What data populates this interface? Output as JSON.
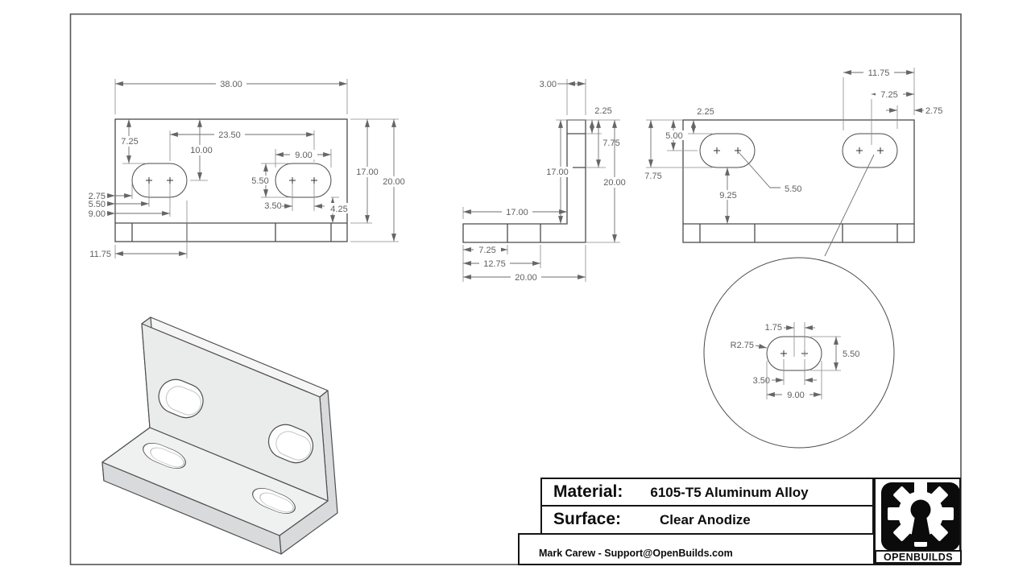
{
  "title_block": {
    "material_label": "Material:",
    "material_value": "6105-T5 Aluminum Alloy",
    "surface_label": "Surface:",
    "surface_value": "Clear Anodize",
    "signature": "Mark Carew - Support@OpenBuilds.com",
    "brand": "OPENBUILDS"
  },
  "dims": {
    "front": {
      "overall_width": "38.00",
      "top_to_slot_top": "7.25",
      "top_to_slot_center": "10.00",
      "slot_center_span": "23.50",
      "slot_length": "9.00",
      "slot_height": "5.50",
      "edge_to_tangent": "2.75",
      "edge_to_hole1": "5.50",
      "edge_to_hole2": "9.00",
      "hole_spacing": "3.50",
      "slot_to_step": "4.25",
      "face_height": "17.00",
      "overall_height": "20.00",
      "edge_to_slot_end": "11.75"
    },
    "side": {
      "thickness": "3.00",
      "top_to_slot_top": "2.25",
      "top_to_slot_bottom": "7.75",
      "leg_inner_height": "17.00",
      "overall_height": "20.00",
      "base_inner_depth": "17.00",
      "edge_to_slot_near": "7.25",
      "edge_to_slot_far": "12.75",
      "overall_depth": "20.00"
    },
    "bottom": {
      "edge_to_slot_end": "11.75",
      "edge_to_slot_center": "7.25",
      "edge_to_tangent": "2.75",
      "top_to_slot_top": "2.25",
      "top_to_slot_center": "5.00",
      "top_to_slot_bottom": "7.75",
      "slot_to_leg": "9.25",
      "slot_height": "5.50"
    },
    "detail": {
      "center_to_hole": "1.75",
      "corner_radius": "R2.75",
      "slot_height": "5.50",
      "hole_spacing": "3.50",
      "slot_length": "9.00"
    }
  }
}
